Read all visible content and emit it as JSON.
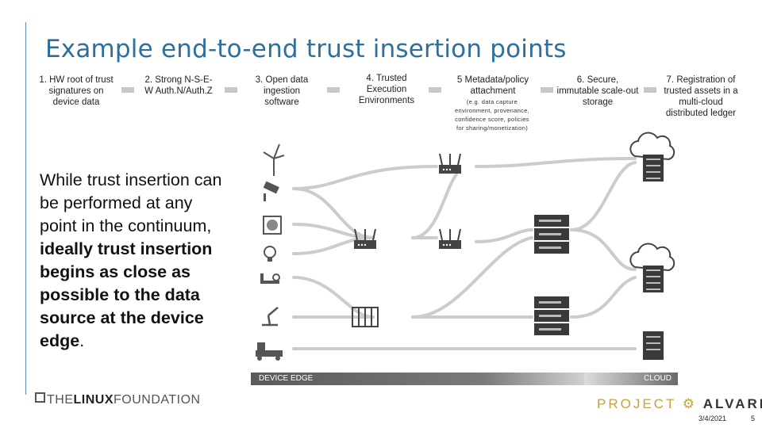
{
  "title": "Example end-to-end trust insertion points",
  "steps": [
    {
      "label": "1. HW root of trust signatures on device data"
    },
    {
      "label": "2. Strong N-S-E-W Auth.N/Auth.Z"
    },
    {
      "label": "3. Open data ingestion software"
    },
    {
      "label": "4. Trusted Execution Environments"
    },
    {
      "label": "5 Metadata/policy attachment",
      "sub": "(e.g. data capture environment, provenance, confidence score, policies for sharing/monetization)"
    },
    {
      "label": "6. Secure, immutable scale-out storage"
    },
    {
      "label": "7. Registration of trusted assets in a multi-cloud distributed ledger"
    }
  ],
  "body": {
    "plain": "While trust insertion can be performed at any point in the continuum, ",
    "bold": "ideally trust insertion begins as close as possible to the data source at the device edge",
    "end": "."
  },
  "bands": {
    "edge": "DEVICE EDGE",
    "cloud": "CLOUD"
  },
  "footer": {
    "date": "3/4/2021",
    "page": "5"
  },
  "logos": {
    "lf_the": "THE",
    "lf_linux": "LINUX",
    "lf_foundation": "FOUNDATION",
    "alv_project": "PROJECT",
    "alv_name": "ALVARIUM"
  },
  "colors": {
    "title": "#2e6f9c",
    "flow": "#c8c8c8",
    "icon": "#555555",
    "band": "#666666"
  },
  "icons": [
    "wind-turbine-icon",
    "camera-icon",
    "fan-icon",
    "lightbulb-icon",
    "pipe-icon",
    "robot-arm-icon",
    "truck-icon",
    "router-icon",
    "server-rack-icon",
    "cloud-server-icon",
    "controller-icon"
  ]
}
